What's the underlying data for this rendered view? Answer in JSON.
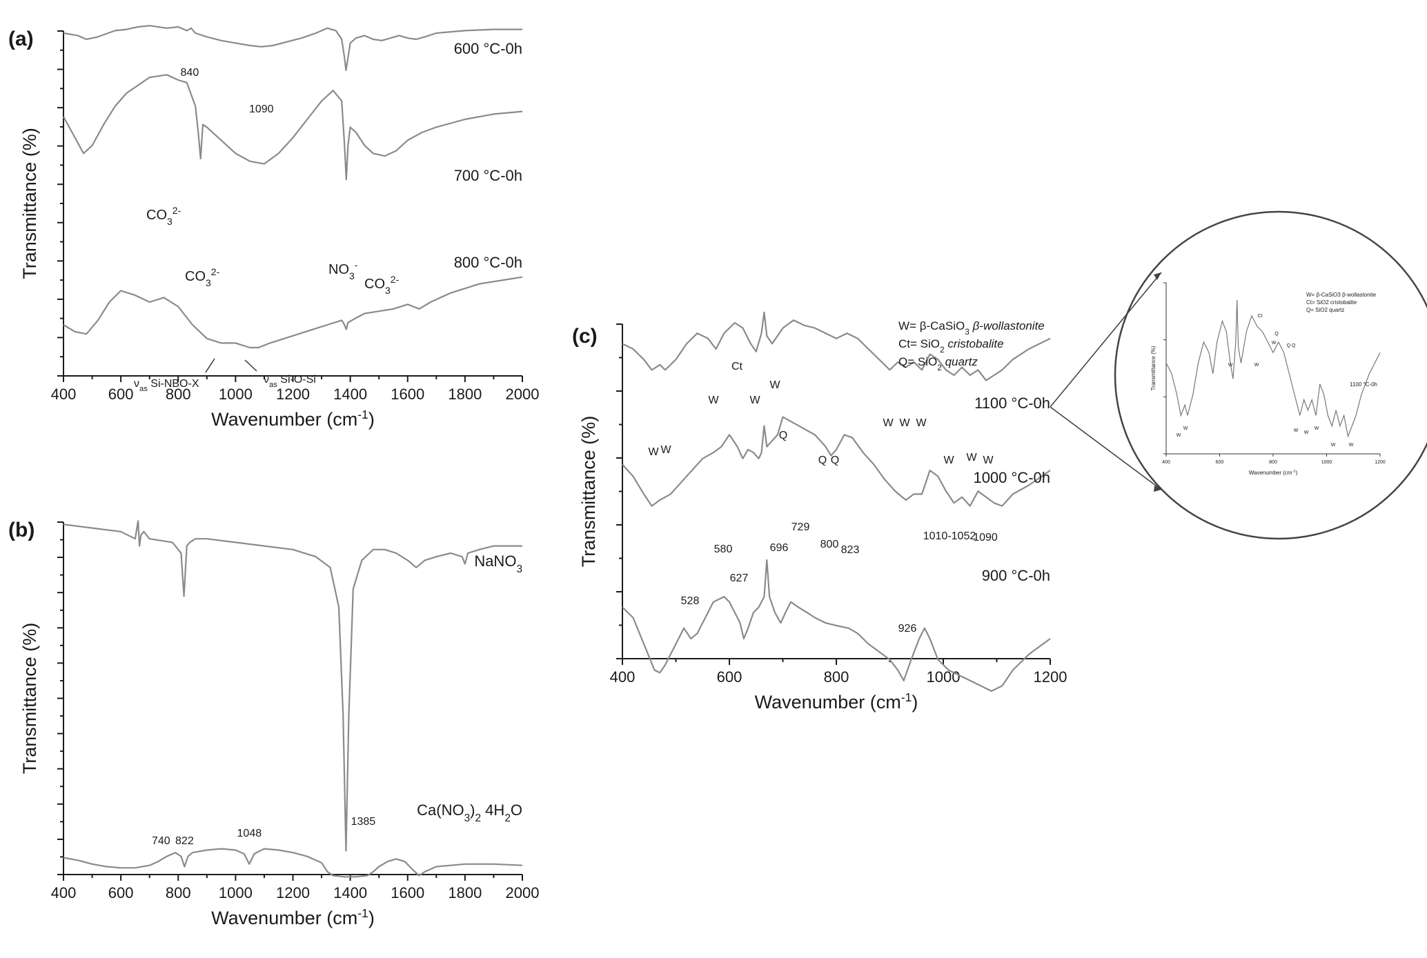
{
  "chart_data": [
    {
      "panel": "(a)",
      "type": "line",
      "xlabel": "Wavenumber (cm⁻¹)",
      "ylabel": "Transmittance (%)",
      "xlim": [
        400,
        2000
      ],
      "ylim": [
        0,
        100
      ],
      "x_ticks": [
        "400",
        "600",
        "800",
        "1000",
        "1200",
        "1400",
        "1600",
        "1800",
        "2000"
      ],
      "grid": false,
      "series": [
        {
          "name": "600 °C-0h",
          "x": [
            400,
            450,
            480,
            520,
            580,
            620,
            660,
            700,
            760,
            800,
            830,
            845,
            860,
            900,
            950,
            1000,
            1050,
            1090,
            1130,
            1180,
            1230,
            1280,
            1320,
            1350,
            1370,
            1380,
            1385,
            1392,
            1400,
            1420,
            1450,
            1480,
            1510,
            1540,
            1570,
            1600,
            1630,
            1660,
            1700,
            1800,
            1900,
            2000
          ],
          "y": [
            90,
            88,
            85,
            87,
            92,
            93,
            95,
            96,
            94,
            95,
            92,
            94,
            90,
            87,
            84,
            82,
            80,
            79,
            80,
            83,
            86,
            90,
            94,
            92,
            85,
            70,
            60,
            70,
            82,
            86,
            88,
            85,
            84,
            86,
            88,
            86,
            85,
            87,
            90,
            92,
            93,
            93
          ]
        },
        {
          "name": "700 °C-0h",
          "x": [
            400,
            430,
            470,
            500,
            540,
            580,
            620,
            660,
            700,
            760,
            800,
            830,
            860,
            870,
            878,
            886,
            900,
            950,
            1000,
            1050,
            1100,
            1150,
            1200,
            1250,
            1300,
            1340,
            1370,
            1380,
            1386,
            1392,
            1400,
            1420,
            1450,
            1480,
            1520,
            1560,
            1600,
            1650,
            1700,
            1800,
            1900,
            2000
          ],
          "y": [
            66,
            60,
            52,
            55,
            63,
            70,
            75,
            78,
            81,
            82,
            80,
            79,
            70,
            60,
            50,
            63,
            62,
            57,
            52,
            49,
            48,
            52,
            58,
            65,
            72,
            76,
            72,
            55,
            42,
            55,
            62,
            60,
            55,
            52,
            51,
            53,
            57,
            60,
            62,
            65,
            67,
            68
          ]
        },
        {
          "name": "800 °C-0h",
          "x": [
            400,
            440,
            480,
            520,
            560,
            600,
            650,
            700,
            750,
            800,
            850,
            900,
            950,
            1000,
            1050,
            1080,
            1120,
            1170,
            1220,
            1270,
            1320,
            1370,
            1380,
            1386,
            1392,
            1420,
            1450,
            1500,
            1550,
            1600,
            1640,
            1680,
            1750,
            1850,
            1950,
            2000
          ],
          "y": [
            30,
            27,
            26,
            32,
            40,
            45,
            43,
            40,
            42,
            38,
            30,
            24,
            22,
            22,
            20,
            20,
            22,
            24,
            26,
            28,
            30,
            32,
            30,
            28,
            31,
            33,
            35,
            36,
            37,
            39,
            37,
            40,
            44,
            48,
            50,
            51
          ]
        }
      ],
      "annotations": [
        {
          "text": "840",
          "x": 840
        },
        {
          "text": "1090",
          "x": 1090
        },
        {
          "text": "CO3 2-",
          "x": 780
        },
        {
          "text": "CO3 2-",
          "x": 880
        },
        {
          "text": "NO3 -",
          "x": 1385
        },
        {
          "text": "CO3 2-",
          "x": 1480
        },
        {
          "text": "νas Si-NBO-X",
          "x": 920
        },
        {
          "text": "νas Si-O-Si",
          "x": 1060
        }
      ]
    },
    {
      "panel": "(b)",
      "type": "line",
      "xlabel": "Wavenumber (cm⁻¹)",
      "ylabel": "Transmittance (%)",
      "xlim": [
        400,
        2000
      ],
      "ylim": [
        0,
        100
      ],
      "x_ticks": [
        "400",
        "600",
        "800",
        "1000",
        "1200",
        "1400",
        "1600",
        "1800",
        "2000"
      ],
      "grid": false,
      "series": [
        {
          "name": "NaNO3",
          "x": [
            400,
            500,
            600,
            650,
            660,
            665,
            670,
            680,
            700,
            780,
            810,
            820,
            830,
            840,
            860,
            900,
            1000,
            1100,
            1200,
            1280,
            1330,
            1360,
            1375,
            1385,
            1395,
            1410,
            1440,
            1480,
            1520,
            1560,
            1600,
            1630,
            1660,
            1700,
            1750,
            1790,
            1800,
            1810,
            1850,
            1900,
            2000
          ],
          "y": [
            98,
            97,
            96,
            94,
            99,
            92,
            95,
            96,
            94,
            93,
            90,
            78,
            92,
            93,
            94,
            94,
            93,
            92,
            91,
            89,
            86,
            75,
            45,
            7,
            45,
            80,
            88,
            91,
            91,
            90,
            88,
            86,
            88,
            89,
            90,
            89,
            87,
            90,
            91,
            92,
            92
          ]
        },
        {
          "name": "Ca(NO3)2 4H2O",
          "x": [
            400,
            450,
            500,
            550,
            600,
            650,
            700,
            730,
            760,
            790,
            810,
            822,
            834,
            850,
            900,
            950,
            1000,
            1030,
            1048,
            1065,
            1100,
            1150,
            1200,
            1250,
            1300,
            1320,
            1340,
            1380,
            1420,
            1460,
            1480,
            1500,
            1530,
            1560,
            1590,
            1620,
            1640,
            1660,
            1700,
            1750,
            1800,
            1900,
            2000
          ],
          "y": [
            17,
            15,
            12,
            10,
            9,
            9,
            11,
            14,
            18,
            21,
            18,
            10,
            18,
            21,
            23,
            24,
            23,
            20,
            12,
            20,
            24,
            23,
            21,
            18,
            13,
            6,
            3,
            2,
            2,
            3,
            6,
            10,
            14,
            16,
            14,
            7,
            3,
            6,
            10,
            11,
            12,
            12,
            11
          ]
        }
      ],
      "annotations": [
        {
          "text": "740",
          "x": 740
        },
        {
          "text": "822",
          "x": 822
        },
        {
          "text": "1048",
          "x": 1048
        },
        {
          "text": "1385",
          "x": 1385
        }
      ]
    },
    {
      "panel": "(c)",
      "type": "line",
      "xlabel": "Wavenumber (cm⁻¹)",
      "ylabel": "Transmittance (%)",
      "xlim": [
        400,
        1200
      ],
      "ylim": [
        0,
        100
      ],
      "x_ticks": [
        "400",
        "600",
        "800",
        "1000",
        "1200"
      ],
      "grid": false,
      "legend": [
        "W= β-CaSiO3 β-wollastonite",
        "Ct= SiO2 cristobalite",
        "Q= SiO2 quartz"
      ],
      "series": [
        {
          "name": "1100 °C-0h",
          "x": [
            400,
            420,
            440,
            455,
            470,
            480,
            500,
            520,
            540,
            560,
            575,
            590,
            610,
            625,
            640,
            650,
            660,
            665,
            670,
            680,
            690,
            700,
            720,
            740,
            760,
            780,
            800,
            820,
            840,
            860,
            880,
            900,
            915,
            930,
            945,
            960,
            975,
            990,
            1005,
            1020,
            1035,
            1050,
            1065,
            1080,
            1095,
            1110,
            1130,
            1160,
            1200
          ],
          "y": [
            82,
            80,
            76,
            72,
            74,
            72,
            76,
            82,
            86,
            84,
            80,
            86,
            90,
            88,
            82,
            79,
            86,
            94,
            85,
            82,
            85,
            88,
            91,
            89,
            88,
            86,
            84,
            86,
            84,
            80,
            76,
            72,
            75,
            73,
            75,
            72,
            78,
            76,
            72,
            70,
            73,
            70,
            72,
            68,
            70,
            72,
            76,
            80,
            84
          ]
        },
        {
          "name": "1000 °C-0h",
          "x": [
            400,
            420,
            440,
            455,
            470,
            490,
            510,
            530,
            550,
            570,
            585,
            600,
            615,
            625,
            635,
            645,
            655,
            660,
            665,
            670,
            680,
            690,
            700,
            720,
            740,
            760,
            780,
            790,
            800,
            815,
            830,
            850,
            870,
            890,
            910,
            930,
            945,
            960,
            975,
            990,
            1005,
            1020,
            1035,
            1050,
            1065,
            1080,
            1095,
            1110,
            1130,
            1160,
            1200
          ],
          "y": [
            62,
            58,
            52,
            48,
            50,
            52,
            56,
            60,
            64,
            66,
            68,
            72,
            68,
            64,
            67,
            66,
            64,
            66,
            75,
            68,
            70,
            72,
            78,
            76,
            74,
            72,
            68,
            65,
            67,
            72,
            71,
            66,
            62,
            57,
            53,
            50,
            52,
            52,
            60,
            58,
            53,
            49,
            51,
            48,
            53,
            51,
            49,
            48,
            52,
            55,
            60
          ]
        },
        {
          "name": "900 °C-0h",
          "x": [
            400,
            420,
            440,
            460,
            470,
            480,
            500,
            515,
            528,
            540,
            555,
            570,
            580,
            590,
            600,
            610,
            620,
            627,
            635,
            645,
            655,
            665,
            670,
            675,
            685,
            696,
            705,
            715,
            729,
            745,
            760,
            780,
            800,
            823,
            840,
            860,
            880,
            900,
            915,
            926,
            940,
            955,
            965,
            975,
            990,
            1010,
            1030,
            1050,
            1070,
            1090,
            1110,
            1130,
            1160,
            1200
          ],
          "y": [
            42,
            38,
            28,
            18,
            17,
            20,
            28,
            34,
            30,
            32,
            38,
            44,
            45,
            46,
            44,
            40,
            36,
            30,
            34,
            40,
            42,
            46,
            60,
            46,
            40,
            36,
            40,
            44,
            42,
            40,
            38,
            36,
            35,
            34,
            32,
            28,
            25,
            22,
            18,
            14,
            22,
            30,
            34,
            30,
            22,
            18,
            16,
            14,
            12,
            10,
            12,
            18,
            24,
            30
          ]
        }
      ],
      "annotations": [
        {
          "text": "Ct",
          "x": 625
        },
        {
          "text": "W",
          "x": 460
        },
        {
          "text": "W",
          "x": 480
        },
        {
          "text": "W",
          "x": 565
        },
        {
          "text": "W",
          "x": 650
        },
        {
          "text": "W",
          "x": 688
        },
        {
          "text": "Q",
          "x": 705
        },
        {
          "text": "Q",
          "x": 787
        },
        {
          "text": "Q",
          "x": 805
        },
        {
          "text": "W",
          "x": 905
        },
        {
          "text": "W",
          "x": 935
        },
        {
          "text": "W",
          "x": 965
        },
        {
          "text": "W",
          "x": 1020
        },
        {
          "text": "W",
          "x": 1055
        },
        {
          "text": "W",
          "x": 1080
        },
        {
          "text": "580",
          "x": 580
        },
        {
          "text": "528",
          "x": 528
        },
        {
          "text": "627",
          "x": 627
        },
        {
          "text": "696",
          "x": 696
        },
        {
          "text": "729",
          "x": 729
        },
        {
          "text": "800",
          "x": 800
        },
        {
          "text": "823",
          "x": 823
        },
        {
          "text": "926",
          "x": 926
        },
        {
          "text": "1010-1052",
          "x": 1030
        },
        {
          "text": "1090",
          "x": 1090
        }
      ],
      "inset": {
        "type": "line",
        "xlabel": "Wavenumber (cm⁻¹)",
        "ylabel": "Transmittance (%)",
        "xlim": [
          400,
          1200
        ],
        "x_ticks": [
          "400",
          "600",
          "800",
          "1000",
          "1200"
        ],
        "series_label": "1100 °C-0h",
        "legend": [
          "W= β-CaSiO3 β-wollastonite",
          "Ct= SiO2 cristobalite",
          "Q= SiO2 quartz"
        ]
      }
    }
  ]
}
